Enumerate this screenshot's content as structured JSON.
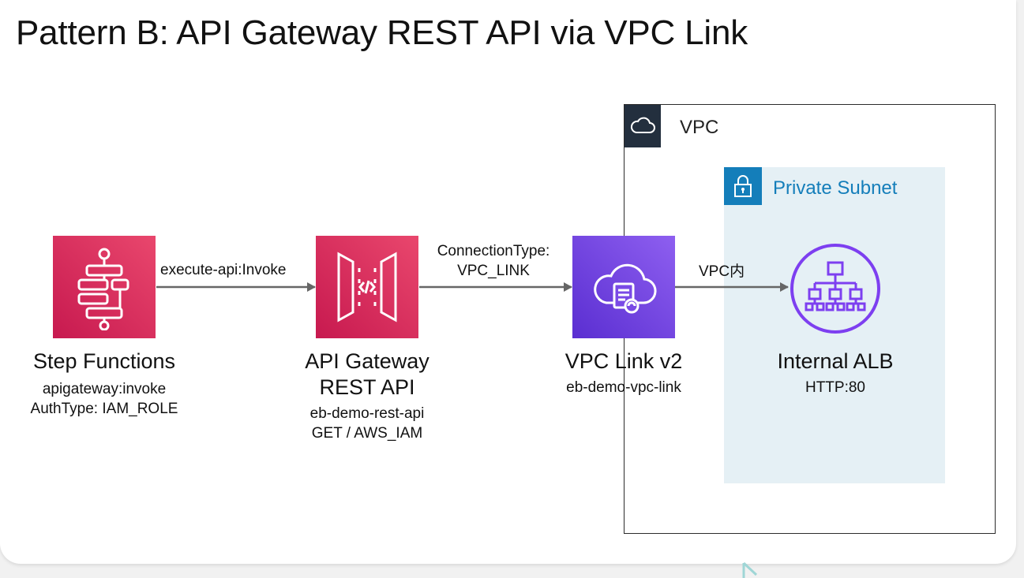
{
  "title": "Pattern B: API Gateway REST API via VPC Link",
  "vpc": {
    "label": "VPC",
    "icon": "cloud-icon"
  },
  "subnet": {
    "label": "Private Subnet",
    "icon": "lock-icon"
  },
  "nodes": {
    "step_functions": {
      "name": "Step Functions",
      "lines": [
        "apigateway:invoke",
        "AuthType: IAM_ROLE"
      ],
      "icon": "step-functions-icon"
    },
    "api_gateway": {
      "name_lines": [
        "API Gateway",
        "REST API"
      ],
      "lines": [
        "eb-demo-rest-api",
        "GET / AWS_IAM"
      ],
      "icon": "api-gateway-icon"
    },
    "vpc_link": {
      "name": "VPC Link v2",
      "lines": [
        "eb-demo-vpc-link"
      ],
      "icon": "vpc-link-icon"
    },
    "alb": {
      "name": "Internal ALB",
      "lines": [
        "HTTP:80"
      ],
      "icon": "load-balancer-icon"
    }
  },
  "edges": {
    "sf_to_apigw": "execute-api:Invoke",
    "apigw_to_vpclink": [
      "ConnectionType:",
      "VPC_LINK"
    ],
    "vpclink_to_alb": "VPC内"
  },
  "colors": {
    "app_integration": "#e7157b",
    "networking": "#8c4fff",
    "subnet_accent": "#147eba",
    "vpc_badge": "#232f3e"
  }
}
